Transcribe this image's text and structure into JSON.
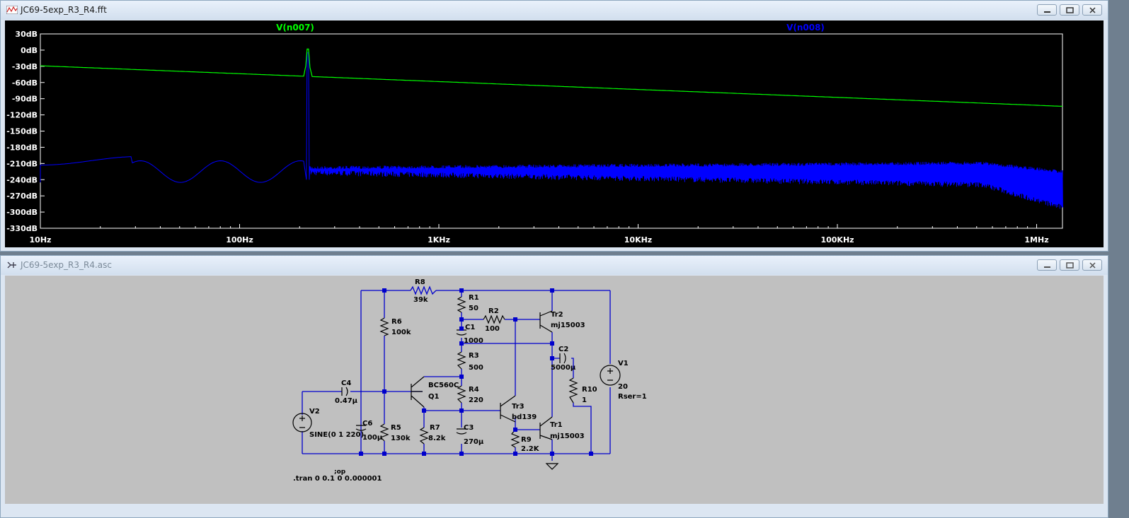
{
  "fft_window": {
    "title": "JC69-5exp_R3_R4.fft",
    "traces": [
      {
        "label": "V(n007)",
        "color": "#00ff00"
      },
      {
        "label": "V(n008)",
        "color": "#0000ff"
      }
    ],
    "y_ticks": [
      "30dB",
      "0dB",
      "-30dB",
      "-60dB",
      "-90dB",
      "-120dB",
      "-150dB",
      "-180dB",
      "-210dB",
      "-240dB",
      "-270dB",
      "-300dB",
      "-330dB"
    ],
    "x_ticks": [
      "10Hz",
      "100Hz",
      "1KHz",
      "10KHz",
      "100KHz",
      "1MHz"
    ],
    "plot_bg": "#000000",
    "label_color": "#ffffff"
  },
  "schematic_window": {
    "title": "JC69-5exp_R3_R4.asc",
    "wire_color": "#0000cc",
    "bg": "#c0c0c0",
    "components": {
      "R8": {
        "name": "R8",
        "value": "39k"
      },
      "R1": {
        "name": "R1",
        "value": "50"
      },
      "R2": {
        "name": "R2",
        "value": "100"
      },
      "Tr2": {
        "name": "Tr2",
        "value": "mj15003"
      },
      "R6": {
        "name": "R6",
        "value": "100k"
      },
      "C1": {
        "name": "C1",
        "value": "1000"
      },
      "C2": {
        "name": "C2",
        "value": "5000µ"
      },
      "R3": {
        "name": "R3",
        "value": "500"
      },
      "V1": {
        "name": "V1",
        "value": "20",
        "extra": "Rser=1"
      },
      "C4": {
        "name": "C4",
        "value": "0.47µ"
      },
      "Q1": {
        "name": "Q1",
        "value": "BC560C"
      },
      "R4": {
        "name": "R4",
        "value": "220"
      },
      "R10": {
        "name": "R10",
        "value": "1"
      },
      "Tr3": {
        "name": "Tr3",
        "value": "bd139"
      },
      "V2": {
        "name": "V2",
        "value": "SINE(0 1 220)"
      },
      "C6": {
        "name": "C6",
        "value": "100µ"
      },
      "R5": {
        "name": "R5",
        "value": "130k"
      },
      "R7": {
        "name": "R7",
        "value": "8.2k"
      },
      "C3": {
        "name": "C3",
        "value": "270µ"
      },
      "Tr1": {
        "name": "Tr1",
        "value": "mj15003"
      },
      "R9": {
        "name": "R9",
        "value": "2.2K"
      }
    },
    "directives": {
      "op": ";op",
      "tran": ".tran 0 0.1 0 0.000001"
    }
  }
}
